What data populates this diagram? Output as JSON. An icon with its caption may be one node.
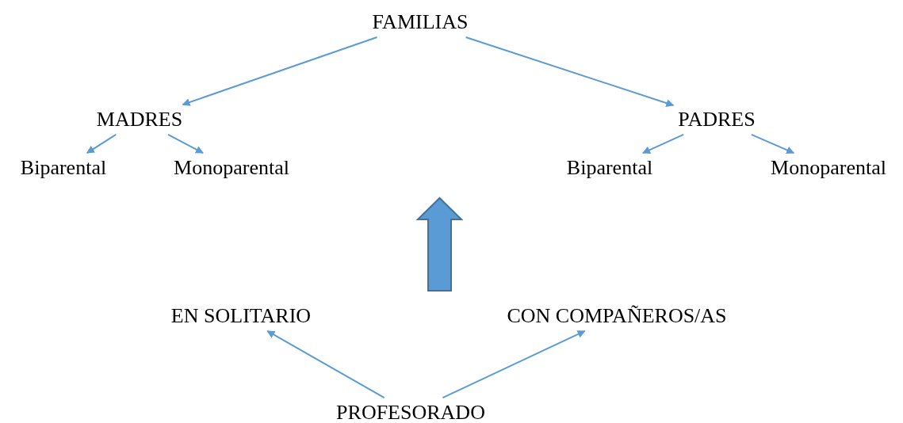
{
  "diagram": {
    "nodes": [
      {
        "text": [
          "FAMILIAS"
        ]
      },
      {
        "text": [
          "MADRES"
        ]
      },
      {
        "text": [
          "PADRES"
        ]
      },
      {
        "text": [
          "Biparental"
        ]
      },
      {
        "text": [
          "Monoparental"
        ]
      },
      {
        "text": [
          "Biparental"
        ]
      },
      {
        "text": [
          "Monoparental"
        ]
      },
      {
        "text": [
          "EN SOLITARIO"
        ]
      },
      {
        "text": [
          "CON COMPAÑEROS/AS"
        ]
      },
      {
        "text": [
          "PROFESORADO"
        ]
      }
    ],
    "edges": [
      {
        "from": 0,
        "to": 1,
        "arrow": "to"
      },
      {
        "from": 0,
        "to": 2,
        "arrow": "to"
      },
      {
        "from": 1,
        "to": 3,
        "arrow": "to"
      },
      {
        "from": 1,
        "to": 4,
        "arrow": "to"
      },
      {
        "from": 2,
        "to": 5,
        "arrow": "to"
      },
      {
        "from": 2,
        "to": 6,
        "arrow": "to"
      },
      {
        "from": 9,
        "to": 7,
        "arrow": "to"
      },
      {
        "from": 9,
        "to": 8,
        "arrow": "to"
      }
    ]
  }
}
